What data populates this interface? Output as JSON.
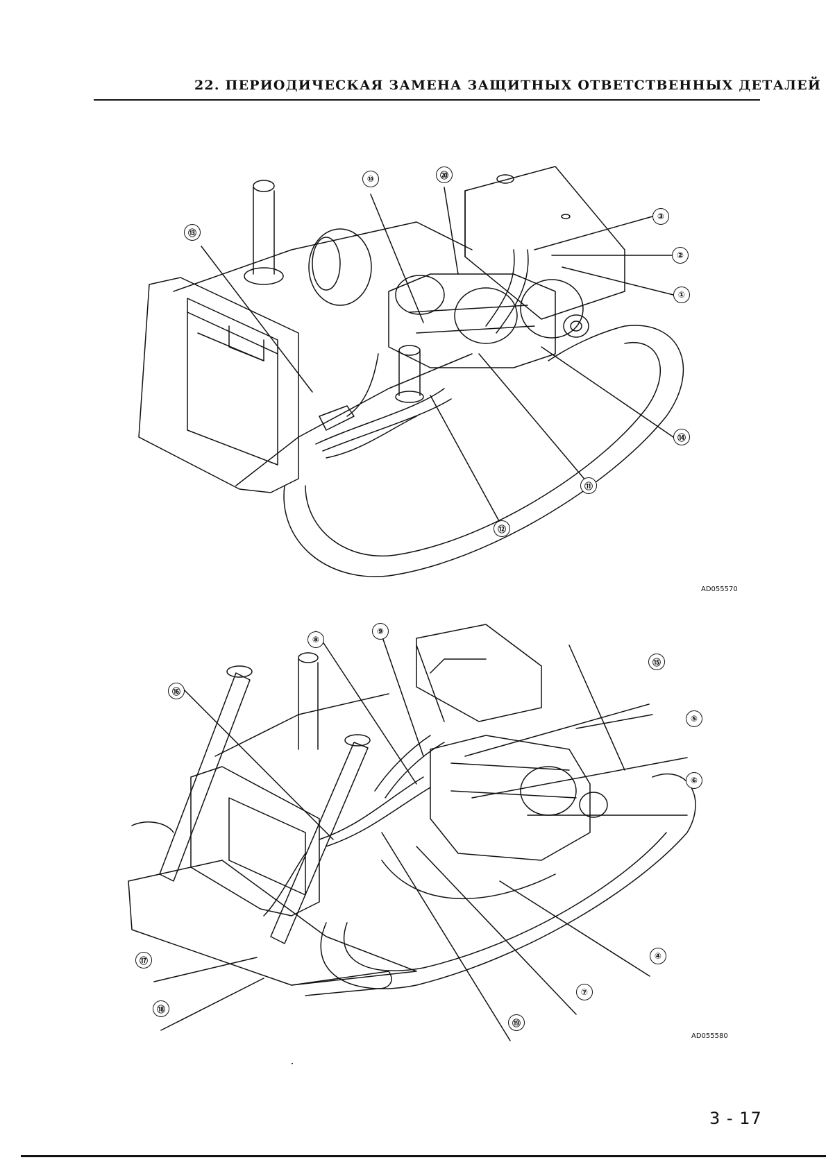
{
  "header": {
    "title": "22. ПЕРИОДИЧЕСКАЯ ЗАМЕНА ЗАЩИТНЫХ ОТВЕТСТВЕННЫХ ДЕТАЛЕЙ"
  },
  "figure_top": {
    "code": "AD055570",
    "callouts": [
      "⑩",
      "⑳",
      "⑬",
      "③",
      "②",
      "①",
      "⑭",
      "⑪",
      "⑫"
    ]
  },
  "figure_bottom": {
    "code": "AD055580",
    "callouts": [
      "⑧",
      "⑨",
      "⑯",
      "⑮",
      "⑤",
      "⑥",
      "④",
      "⑦",
      "⑲",
      "⑰",
      "⑱"
    ]
  },
  "footer": {
    "page_number": "3 - 17"
  }
}
